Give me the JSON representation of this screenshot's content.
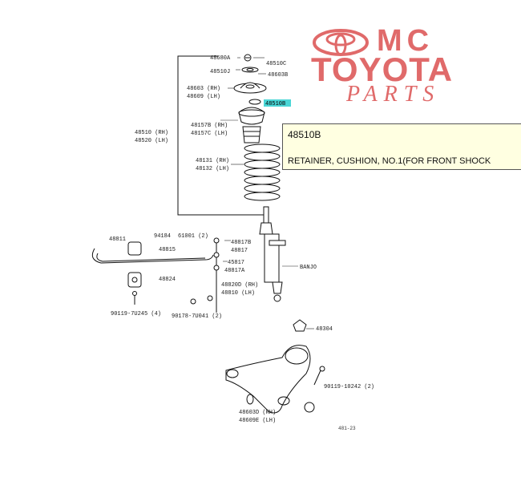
{
  "logo": {
    "omc_text": "MC",
    "toyota_text": "TOYOTA",
    "parts_text": "PARTS",
    "color": "#e06a6a"
  },
  "tooltip": {
    "part_code": "48510B",
    "description": "RETAINER, CUSHION, NO.1(FOR FRONT SHOCK"
  },
  "highlight_color": "#4ad6d6",
  "labels": {
    "p48680A": "48680A",
    "p48510C": "48510C",
    "p48510J": "48510J",
    "p48603B": "48603B",
    "p48603_rh": "48603 (RH)",
    "p48609_lh": "48609 (LH)",
    "p48510B": "48510B",
    "p48157B_rh": "48157B (RH)",
    "p48157C_lh": "48157C (LH)",
    "p48510_rh": "48510 (RH)",
    "p48520_lh": "48520 (LH)",
    "p48131_rh": "48131 (RH)",
    "p48132_lh": "48132 (LH)",
    "p48811": "48811",
    "p94184": "94184",
    "p61001": "61001 (2)",
    "p48817B": "48817B",
    "p48817": "48817",
    "p48815": "48815",
    "p45817": "45817",
    "p48817A": "48817A",
    "p48824": "48824",
    "p48820D_rh": "48820D (RH)",
    "p48810_lh": "48810 (LH)",
    "p90119_7u245": "90119-7U245 (4)",
    "p90178_7u041": "90178-7U041 (2)",
    "p48304": "48304",
    "p90119_10242": "90119-10242 (2)",
    "p48603D_rh": "48603D (RH)",
    "p48609E_lh": "48609E (LH)",
    "p_banjo": "BANJO"
  },
  "footer_code": "481-23"
}
